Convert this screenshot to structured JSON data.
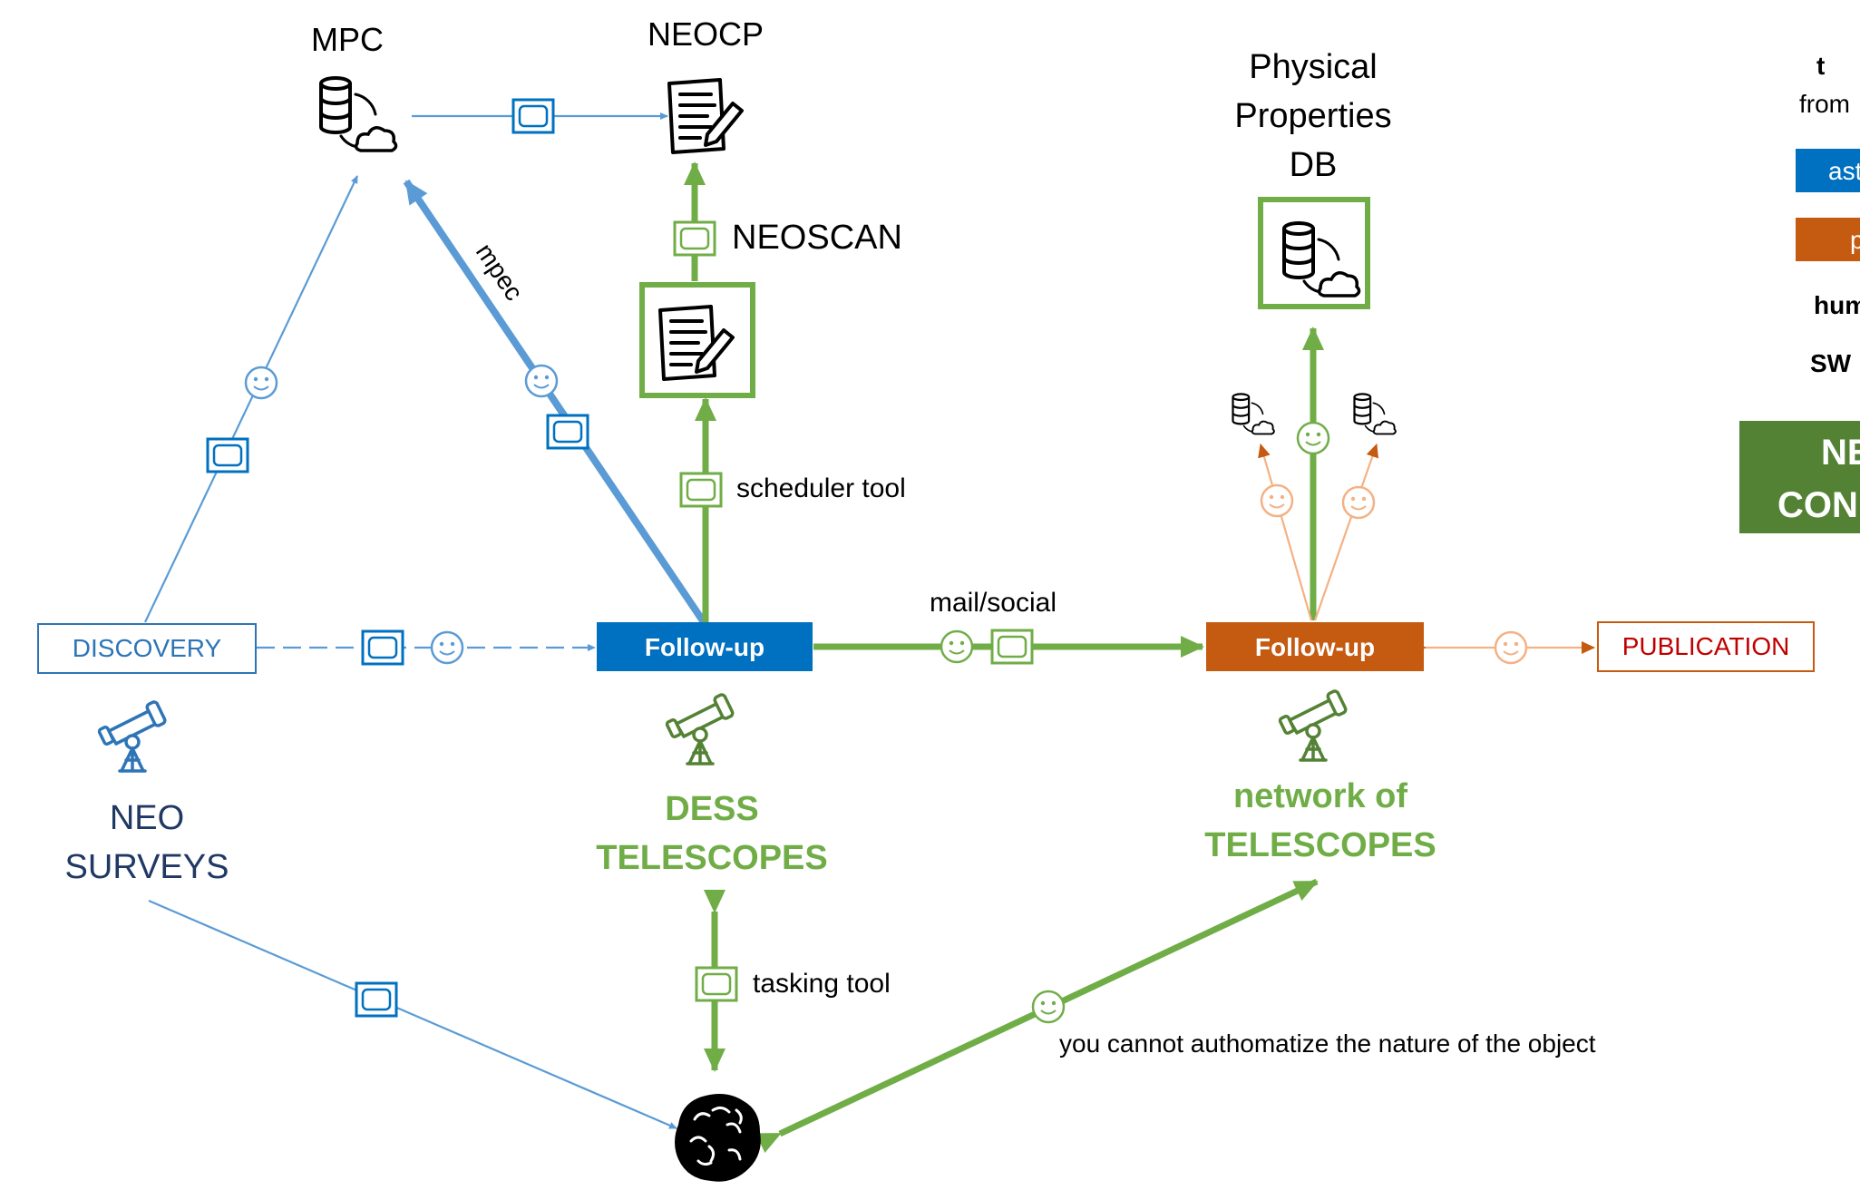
{
  "colors": {
    "blue": "#5b9bd5",
    "blue_dark": "#0070c0",
    "navy": "#1f3864",
    "green": "#70ad47",
    "green_dark": "#548235",
    "orange": "#c55a11",
    "orange_light": "#f4b183",
    "red": "#c00000",
    "black": "#000000"
  },
  "nodes": {
    "mpc": "MPC",
    "neocp": "NEOCP",
    "neoscan": "NEOSCAN",
    "physical_props": [
      "Physical",
      "Properties",
      "DB"
    ],
    "discovery": "DISCOVERY",
    "followup_dess": "Follow-up",
    "followup_network": "Follow-up",
    "publication": "PUBLICATION",
    "neo_surveys": [
      "NEO",
      "SURVEYS"
    ],
    "dess_telescopes": [
      "DESS",
      "TELESCOPES"
    ],
    "network_telescopes": [
      "network of",
      "TELESCOPES"
    ]
  },
  "edge_labels": {
    "mpec": "mpec",
    "scheduler_tool": "scheduler tool",
    "mail_social": "mail/social",
    "tasking_tool": "tasking tool",
    "note": "you cannot authomatize the nature of the object"
  },
  "legend": {
    "line1": "t",
    "line2": "from",
    "blue_box": "ast",
    "orange_box": "p",
    "human": "hum",
    "software": "SW",
    "green_box": [
      "NE",
      "CON"
    ]
  },
  "icons": [
    "database-cloud-icon",
    "document-edit-icon",
    "screen-icon",
    "smiley-icon",
    "telescope-icon",
    "asteroid-icon"
  ]
}
